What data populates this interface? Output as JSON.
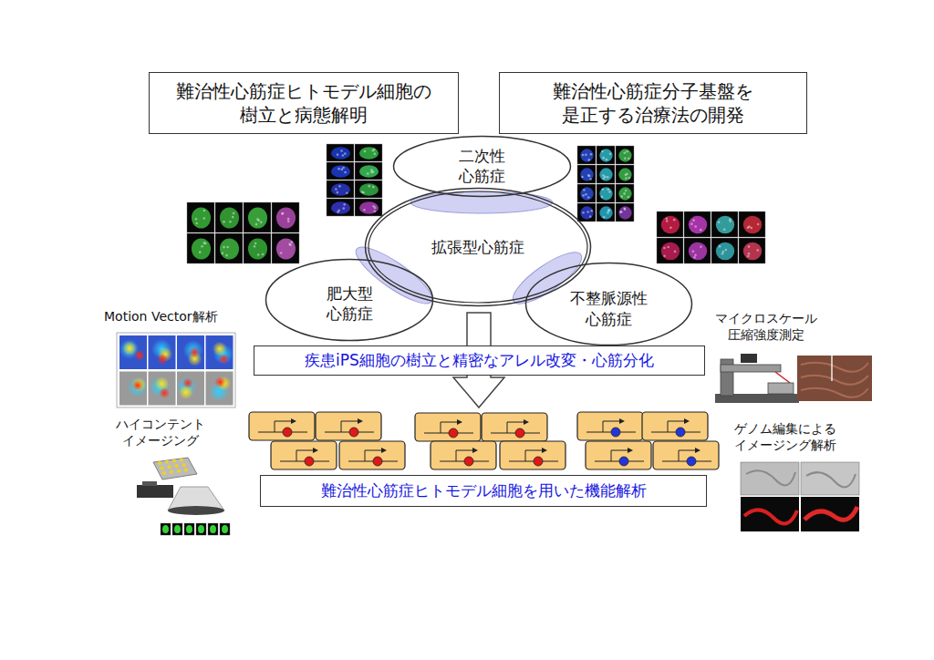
{
  "diagram": {
    "nodes": [
      {
        "text": [
          "難治性心筋症ヒトモデル細胞の 樹立と病態解明"
        ]
      },
      {
        "text": [
          "難治性心筋症分子基盤を 是正する治療法の開発"
        ]
      },
      {
        "text": [
          "二次性 心筋症"
        ]
      },
      {
        "text": [
          "拡張型心筋症"
        ]
      },
      {
        "text": [
          "肥大型 心筋症"
        ]
      },
      {
        "text": [
          "不整脈源性 心筋症"
        ]
      },
      {
        "text": [
          "疾患iPS細胞の樹立と精密なアレル改変・心筋分化"
        ]
      },
      {
        "text": [
          "難治性心筋症ヒトモデル細胞を用いた機能解析"
        ]
      }
    ],
    "labels": [
      "Motion Vector解析",
      "マイクロスケール 圧縮強度測定",
      "ハイコンテント イメージング",
      "ゲノム編集による イメージング解析"
    ]
  }
}
